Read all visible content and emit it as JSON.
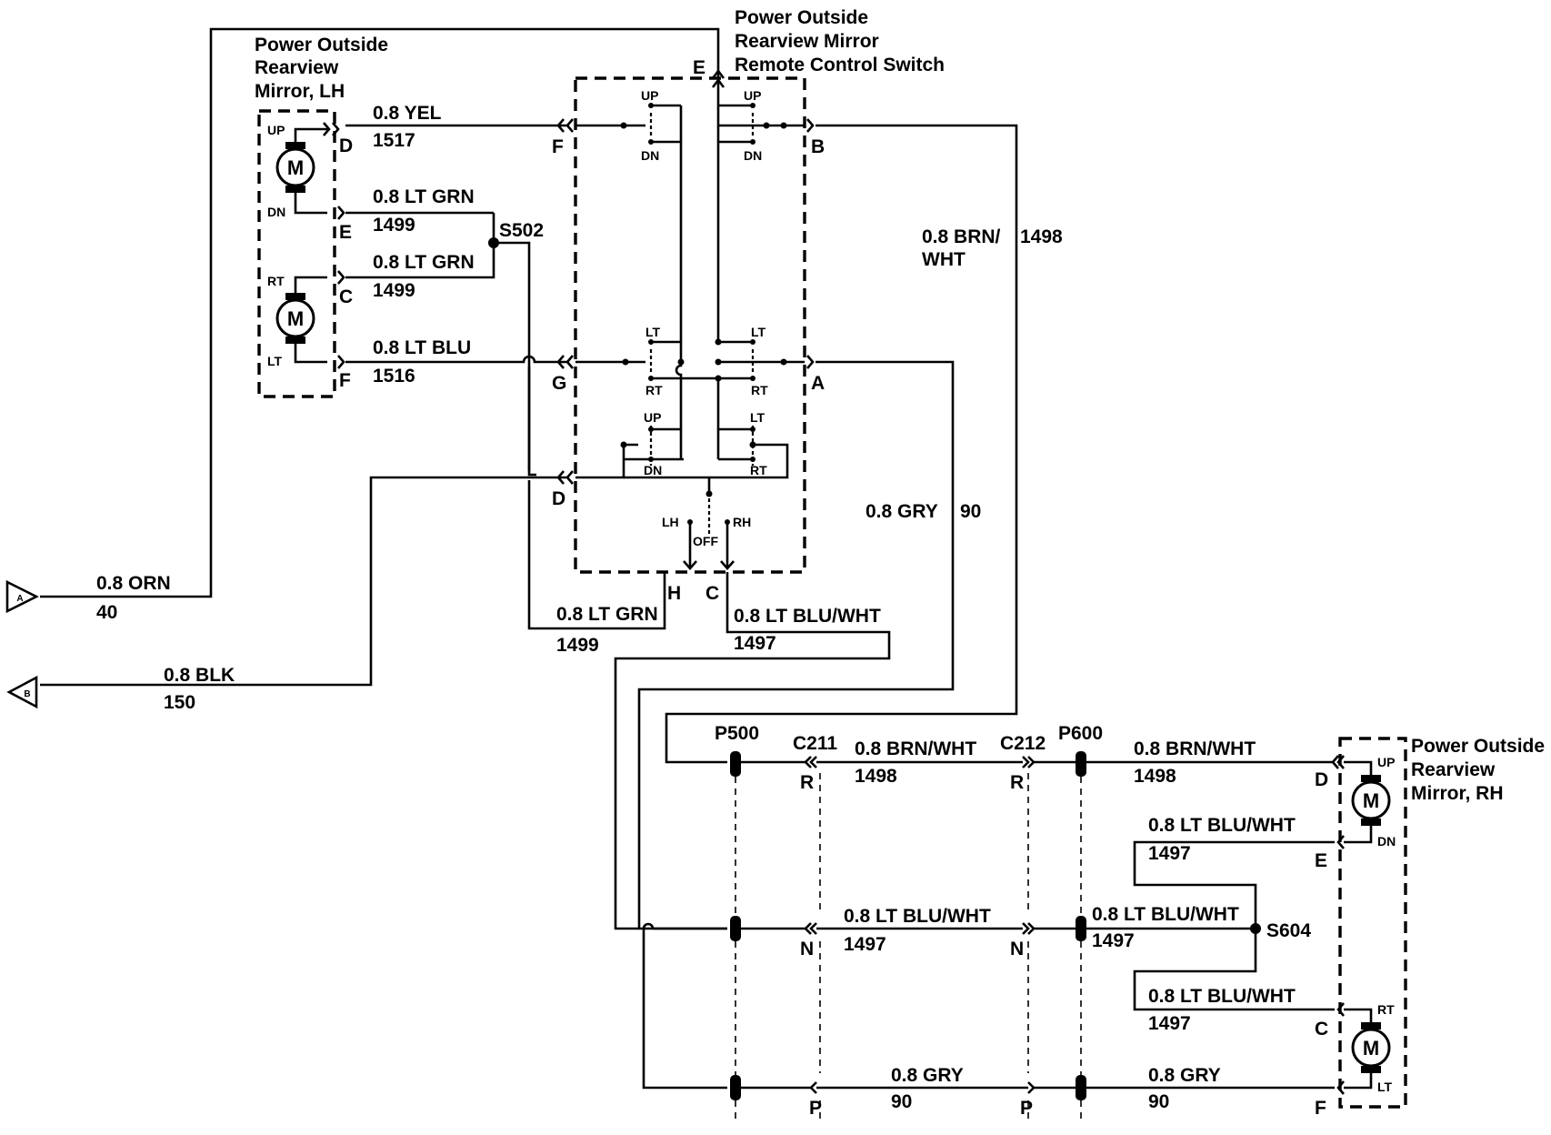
{
  "components": {
    "switch": "Power Outside\nRearview Mirror\nRemote Control Switch",
    "mirror_lh": "Power Outside\nRearview\nMirror, LH",
    "mirror_rh": "Power Outside\nRearview\nMirror, RH",
    "motor_symbol": "M"
  },
  "connectors": {
    "A": "A",
    "B": "B",
    "C": "C",
    "D": "D",
    "E": "E",
    "F": "F",
    "G": "G",
    "H": "H",
    "N": "N",
    "P": "P",
    "R": "R"
  },
  "inline": {
    "p500": "P500",
    "c211": "C211",
    "c212": "C212",
    "p600": "P600",
    "s502": "S502",
    "s604": "S604"
  },
  "switch_positions": {
    "up": "UP",
    "dn": "DN",
    "lt": "LT",
    "rt": "RT",
    "lh": "LH",
    "rh": "RH",
    "off": "OFF"
  },
  "terminal_arrows": {
    "a": "A",
    "b": "B"
  },
  "wires": {
    "yel": {
      "gauge_color": "0.8 YEL",
      "circuit": "1517"
    },
    "ltgrn_e": {
      "gauge_color": "0.8 LT GRN",
      "circuit": "1499"
    },
    "ltgrn_c": {
      "gauge_color": "0.8 LT GRN",
      "circuit": "1499"
    },
    "ltblu": {
      "gauge_color": "0.8 LT BLU",
      "circuit": "1516"
    },
    "orn": {
      "gauge_color": "0.8 ORN",
      "circuit": "40"
    },
    "blk": {
      "gauge_color": "0.8 BLK",
      "circuit": "150"
    },
    "brnwht_v_a": "0.8 BRN/",
    "brnwht_v_b": "WHT",
    "brnwht_v_circuit": "1498",
    "gry_v": {
      "gauge_color": "0.8 GRY",
      "circuit": "90"
    },
    "ltgrn_h": {
      "gauge_color": "0.8 LT GRN",
      "circuit": "1499"
    },
    "ltbluwht_c": {
      "gauge_color": "0.8 LT BLU/WHT",
      "circuit": "1497"
    },
    "brnwht_mid": {
      "gauge_color": "0.8 BRN/WHT",
      "circuit": "1498"
    },
    "brnwht_right": {
      "gauge_color": "0.8 BRN/WHT",
      "circuit": "1498"
    },
    "ltbluwht_mid": {
      "gauge_color": "0.8 LT BLU/WHT",
      "circuit": "1497"
    },
    "ltbluwht_s604": {
      "gauge_color": "0.8 LT BLU/WHT",
      "circuit": "1497"
    },
    "ltbluwht_e": {
      "gauge_color": "0.8 LT BLU/WHT",
      "circuit": "1497"
    },
    "ltbluwht_rc": {
      "gauge_color": "0.8 LT BLU/WHT",
      "circuit": "1497"
    },
    "gry_mid": {
      "gauge_color": "0.8 GRY",
      "circuit": "90"
    },
    "gry_right": {
      "gauge_color": "0.8 GRY",
      "circuit": "90"
    }
  }
}
